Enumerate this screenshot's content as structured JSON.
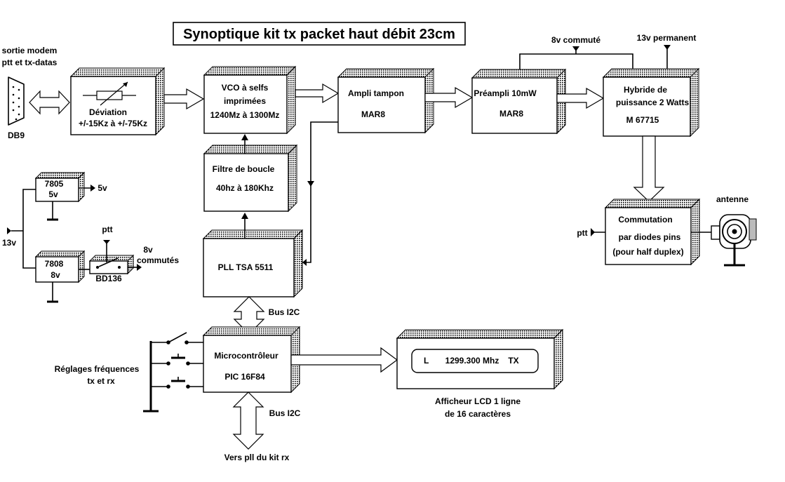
{
  "title": "Synoptique kit tx packet haut débit 23cm",
  "connector": {
    "name": "DB9",
    "caption_line1": "sortie modem",
    "caption_line2": "ptt et tx-datas"
  },
  "blocks": {
    "deviation": {
      "line1": "Déviation",
      "line2": "+/-15Kz à +/-75Kz"
    },
    "vco": {
      "line1": "VCO à selfs",
      "line2": "imprimées",
      "line3": "1240Mz à 1300Mz"
    },
    "ampli_tampon": {
      "line1": "Ampli tampon",
      "line2": "MAR8"
    },
    "preampli": {
      "line1": "Préampli 10mW",
      "line2": "MAR8"
    },
    "hybride": {
      "line1": "Hybride de",
      "line2": "puissance 2 Watts",
      "line3": "M 67715"
    },
    "filtre": {
      "line1": "Filtre de boucle",
      "line2": "40hz à 180Khz"
    },
    "pll": {
      "line1": "PLL TSA 5511"
    },
    "micro": {
      "line1": "Microcontrôleur",
      "line2": "PIC 16F84"
    },
    "commutation": {
      "line1": "Commutation",
      "line2": "par diodes pins",
      "line3": "(pour half duplex)"
    }
  },
  "supply": {
    "reg_7805_line1": "7805",
    "reg_7805_line2": "5v",
    "out_5v": "5v",
    "reg_7808_line1": "7808",
    "reg_7808_line2": "8v",
    "in_13v": "13v",
    "transistor": "BD136",
    "ptt": "ptt",
    "out_8v_line1": "8v",
    "out_8v_line2": "commutés"
  },
  "rails": {
    "v8_switched": "8v commuté",
    "v13_permanent": "13v permanent"
  },
  "antenna": {
    "label": "antenne"
  },
  "ptt_commutation": "ptt",
  "bus_i2c_top": "Bus I2C",
  "bus_i2c_bottom": "Bus I2C",
  "vers_pll": "Vers pll du kit rx",
  "buttons_caption_line1": "Réglages fréquences",
  "buttons_caption_line2": "tx et rx",
  "lcd": {
    "mode": "L",
    "frequency": "1299.300 Mhz",
    "status": "TX",
    "caption_line1": "Afficheur LCD 1 ligne",
    "caption_line2": "de 16 caractères"
  }
}
